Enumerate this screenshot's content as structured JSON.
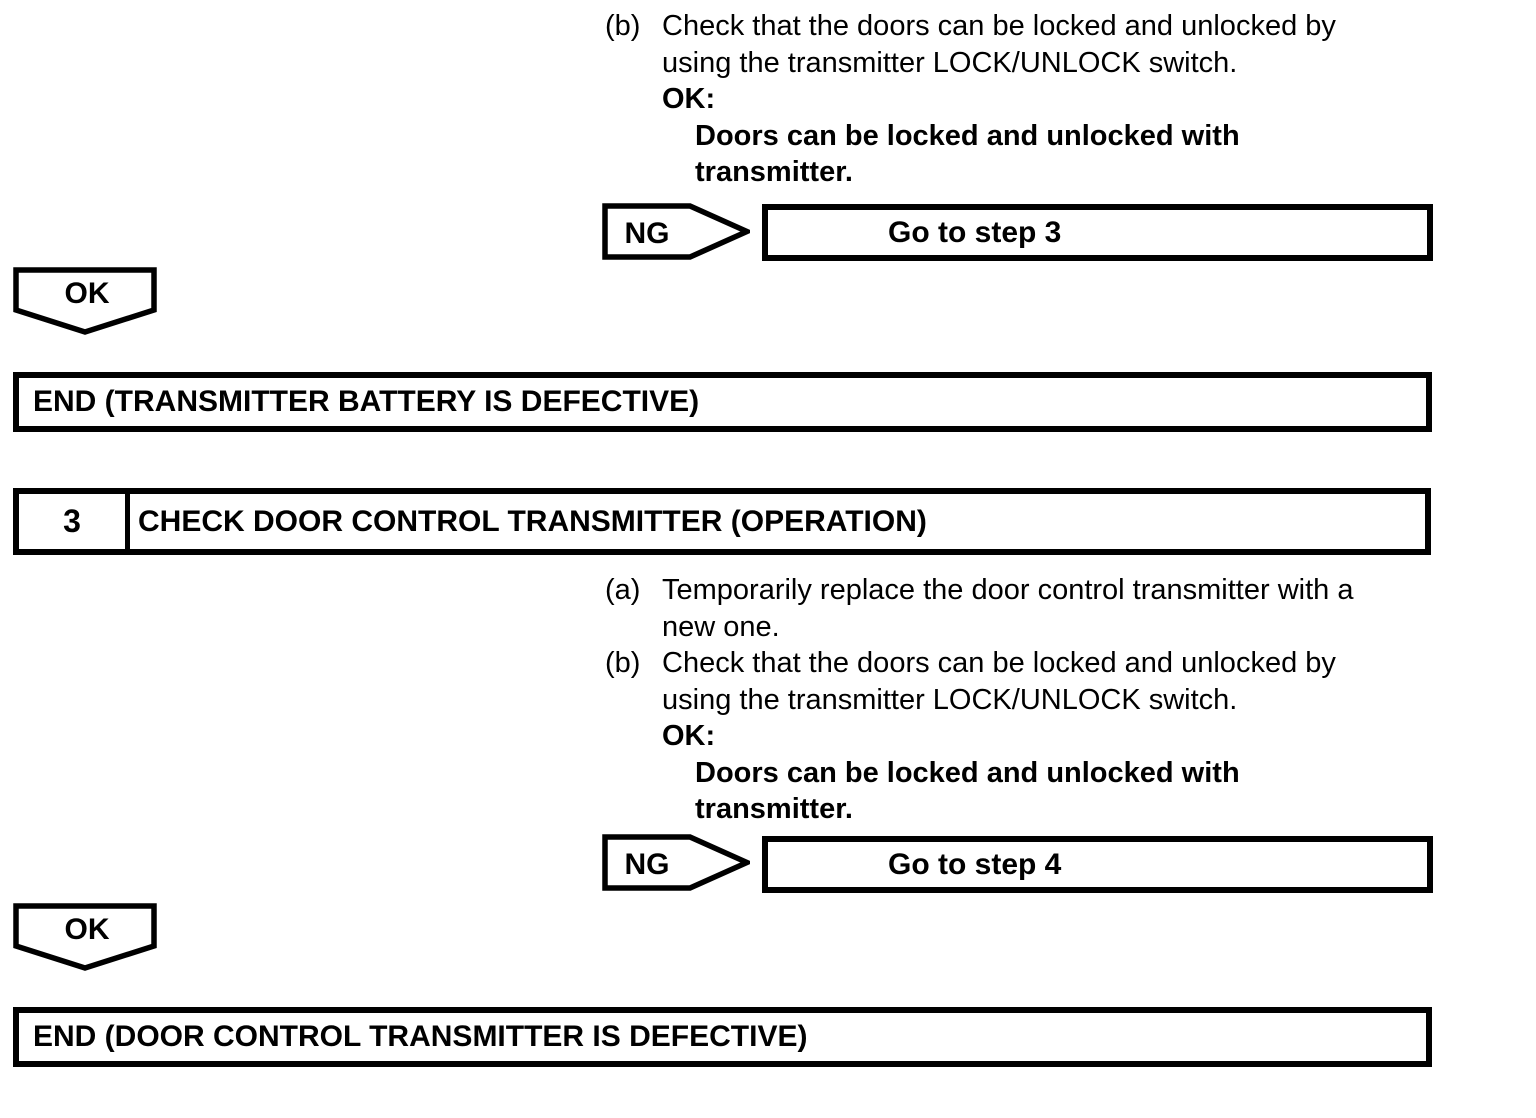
{
  "colors": {
    "ink": "#000000",
    "paper": "#ffffff"
  },
  "section_battery_check": {
    "items": [
      {
        "label": "(b)",
        "lines": [
          "Check that the doors can be locked and unlocked by",
          "using the transmitter LOCK/UNLOCK switch."
        ]
      }
    ],
    "ok_heading": "OK:",
    "ok_lines": [
      "Doors can be locked and unlocked with",
      "transmitter."
    ],
    "ng_label": "NG",
    "ng_action": "Go to step 3",
    "ok_flag": "OK",
    "end_label": "END (TRANSMITTER BATTERY IS DEFECTIVE)"
  },
  "section_transmitter_check": {
    "step_number": "3",
    "step_title": "CHECK DOOR CONTROL TRANSMITTER (OPERATION)",
    "items": [
      {
        "label": "(a)",
        "lines": [
          "Temporarily replace the door control transmitter with a",
          "new one."
        ]
      },
      {
        "label": "(b)",
        "lines": [
          "Check that the doors can be locked and unlocked by",
          "using the transmitter LOCK/UNLOCK switch."
        ]
      }
    ],
    "ok_heading": "OK:",
    "ok_lines": [
      "Doors can be locked and unlocked with",
      "transmitter."
    ],
    "ng_label": "NG",
    "ng_action": "Go to step 4",
    "ok_flag": "OK",
    "end_label": "END (DOOR CONTROL TRANSMITTER IS DEFECTIVE)"
  }
}
